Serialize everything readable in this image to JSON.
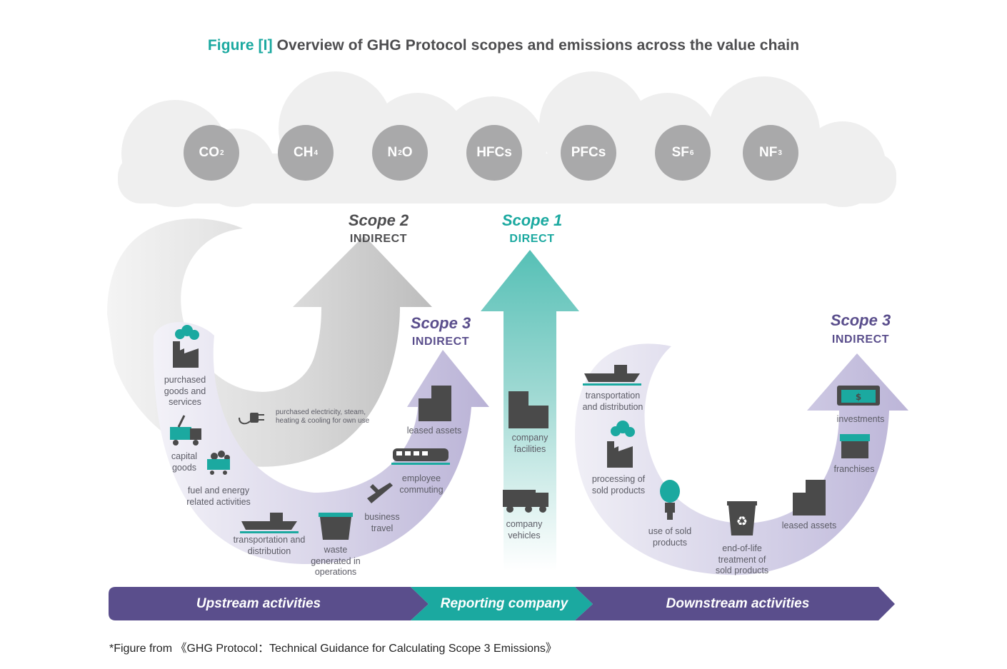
{
  "title": {
    "prefix": "Figure [I]",
    "text": "Overview of GHG Protocol scopes and emissions across the value chain"
  },
  "gases": [
    {
      "base": "CO",
      "sub": "2"
    },
    {
      "base": "CH",
      "sub": "4"
    },
    {
      "base": "N",
      "sub": "2",
      "tail": "O"
    },
    {
      "base": "HFCs",
      "sub": ""
    },
    {
      "base": "PFCs",
      "sub": ""
    },
    {
      "base": "SF",
      "sub": "6"
    },
    {
      "base": "NF",
      "sub": "3"
    }
  ],
  "scopes": {
    "scope2": {
      "name": "Scope 2",
      "kind": "INDIRECT"
    },
    "scope1": {
      "name": "Scope 1",
      "kind": "DIRECT"
    },
    "scope3_up": {
      "name": "Scope 3",
      "kind": "INDIRECT"
    },
    "scope3_down": {
      "name": "Scope 3",
      "kind": "INDIRECT"
    }
  },
  "labels": {
    "purchased_goods": "purchased goods and services",
    "purchased_electricity": "purchased electricity, steam, heating & cooling for own use",
    "capital_goods": "capital goods",
    "fuel_energy": "fuel and energy related activities",
    "transport_up": "transportation and distribution",
    "waste": "waste generated in operations",
    "business_travel": "business travel",
    "employee_commuting": "employee commuting",
    "leased_assets_up": "leased assets",
    "company_facilities": "company facilities",
    "company_vehicles": "company vehicles",
    "transport_down": "transportation and distribution",
    "processing": "processing of sold products",
    "use_of_sold": "use of sold products",
    "end_of_life": "end-of-life treatment of sold products",
    "leased_assets_down": "leased assets",
    "franchises": "franchises",
    "investments": "investments"
  },
  "bar": {
    "upstream": "Upstream activities",
    "reporting": "Reporting company",
    "downstream": "Downstream activities"
  },
  "footnote": "*Figure from 《GHG Protocol：Technical Guidance for Calculating Scope 3 Emissions》",
  "colors": {
    "teal": "#1ba9a0",
    "purple": "#5a4e8c",
    "grey": "#a9a9aa",
    "darkgrey": "#4d4d4f",
    "icon": "#4a4a4a"
  }
}
